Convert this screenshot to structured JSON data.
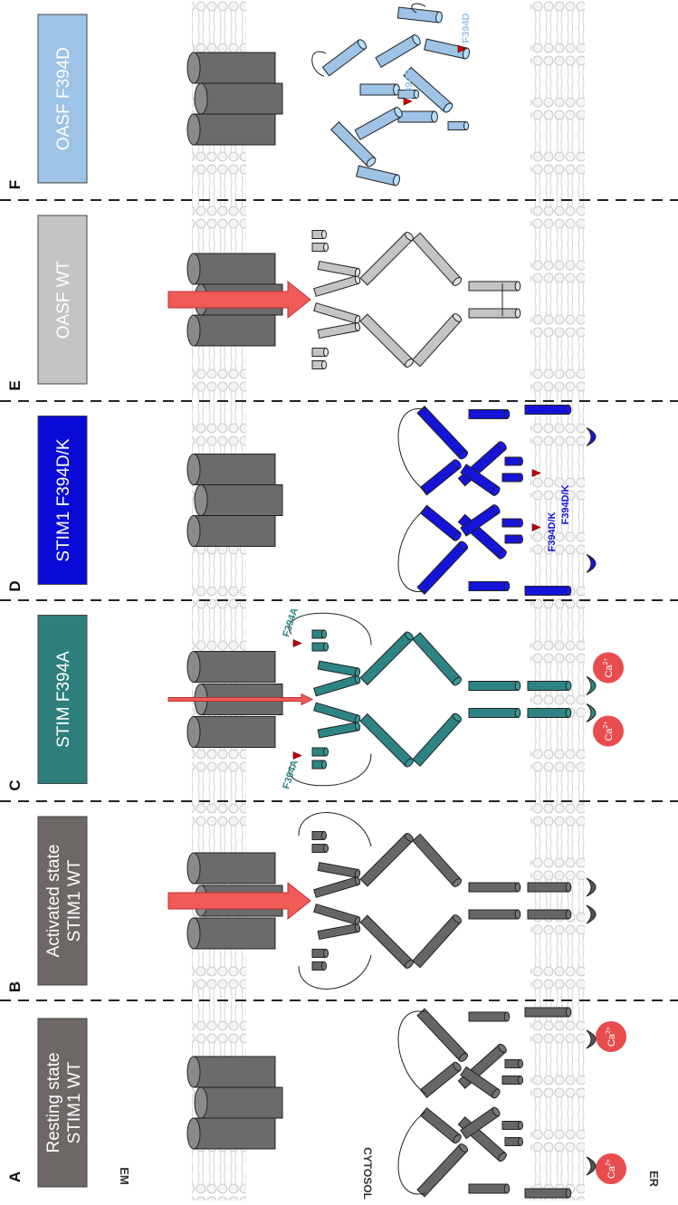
{
  "membranes": {
    "em_label": "EM",
    "cytosol_label": "CYTOSOL",
    "er_label": "ER"
  },
  "panels": [
    {
      "letter": "A",
      "title_line1": "Resting state",
      "title_line2": "STIM1 WT",
      "box_color": "#6d6766",
      "text_color": "#ffffff",
      "protein_color": "#666666",
      "ca_shown": true,
      "flux_arrow": "none",
      "mutation_labels": []
    },
    {
      "letter": "B",
      "title_line1": "Activated state",
      "title_line2": "STIM1 WT",
      "box_color": "#6d6766",
      "text_color": "#ffffff",
      "protein_color": "#666666",
      "ca_shown": false,
      "flux_arrow": "thick",
      "mutation_labels": []
    },
    {
      "letter": "C",
      "title_line1": "STIM F394A",
      "title_line2": "",
      "box_color": "#2e7f7c",
      "text_color": "#ffffff",
      "protein_color": "#2e8484",
      "ca_shown": true,
      "flux_arrow": "thin",
      "mutation_labels": [
        "F394A",
        "F394A"
      ]
    },
    {
      "letter": "D",
      "title_line1": "STIM1 F394D/K",
      "title_line2": "",
      "box_color": "#0a0ad6",
      "text_color": "#ffffff",
      "protein_color": "#1414d8",
      "ca_shown": false,
      "flux_arrow": "none",
      "mutation_labels": [
        "F394D/K",
        "F394D/K"
      ]
    },
    {
      "letter": "E",
      "title_line1": "OASF WT",
      "title_line2": "",
      "box_color": "#c4c4c4",
      "text_color": "#ffffff",
      "protein_color": "#c4c4c4",
      "ca_shown": false,
      "flux_arrow": "thick",
      "mutation_labels": []
    },
    {
      "letter": "F",
      "title_line1": "OASF F394D",
      "title_line2": "",
      "box_color": "#9dc3e6",
      "text_color": "#ffffff",
      "protein_color": "#9dc3e6",
      "ca_shown": false,
      "flux_arrow": "none",
      "mutation_labels": [
        "F394D",
        "F394D"
      ]
    }
  ],
  "calcium": {
    "symbol": "Ca",
    "charge": "2+",
    "color": "#e84c4c"
  },
  "colors": {
    "channel": "#6b6b6b",
    "membrane": "#d9d9d9",
    "flux_arrow": "#f05a57"
  }
}
